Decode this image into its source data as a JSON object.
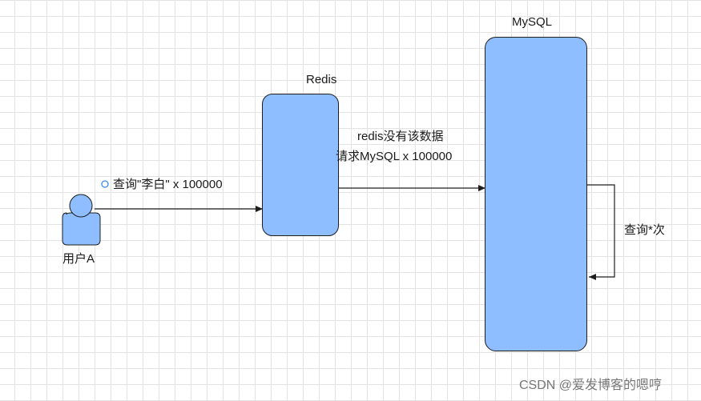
{
  "diagram": {
    "user": {
      "label": "用户A"
    },
    "redis": {
      "label": "Redis"
    },
    "mysql": {
      "label": "MySQL"
    },
    "edges": {
      "user_to_redis": "查询\"李白\" x 100000",
      "redis_to_mysql_line1": "redis没有该数据",
      "redis_to_mysql_line2": "请求MySQL x 100000",
      "mysql_self_loop": "查询*次"
    },
    "colors": {
      "node_fill": "#8ebeff",
      "stroke": "#1e1e1e",
      "grid": "#e3e3e3",
      "edge_marker": "#3d8bfd"
    }
  },
  "watermark": "CSDN @爱发博客的嗯哼"
}
